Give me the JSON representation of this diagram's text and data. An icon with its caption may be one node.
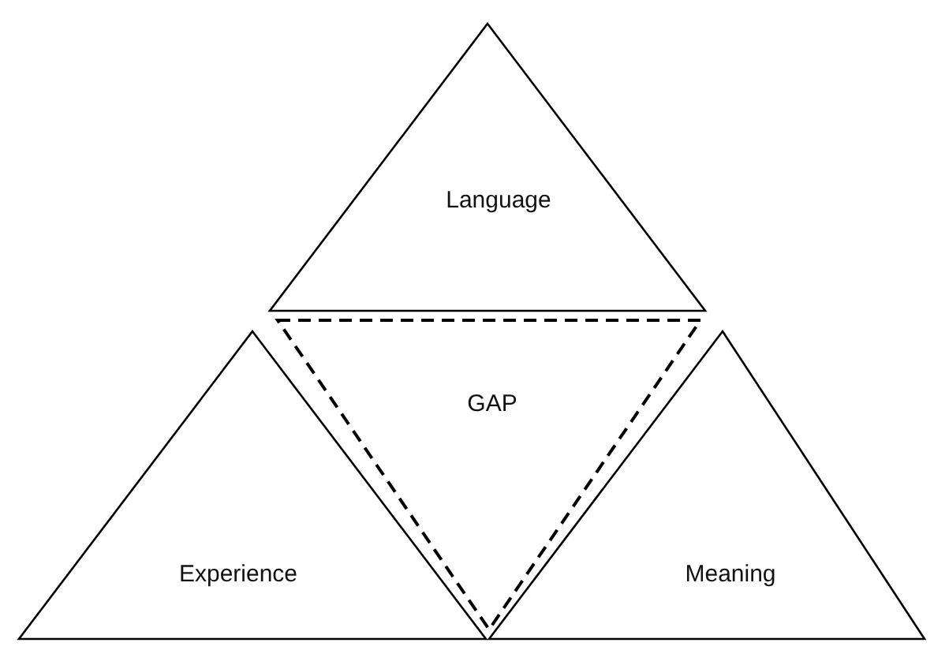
{
  "diagram": {
    "nodes": [
      {
        "text": [
          "Language"
        ]
      },
      {
        "text": [
          "GAP"
        ]
      },
      {
        "text": [
          "Experience"
        ]
      },
      {
        "text": [
          "Meaning"
        ]
      }
    ]
  }
}
